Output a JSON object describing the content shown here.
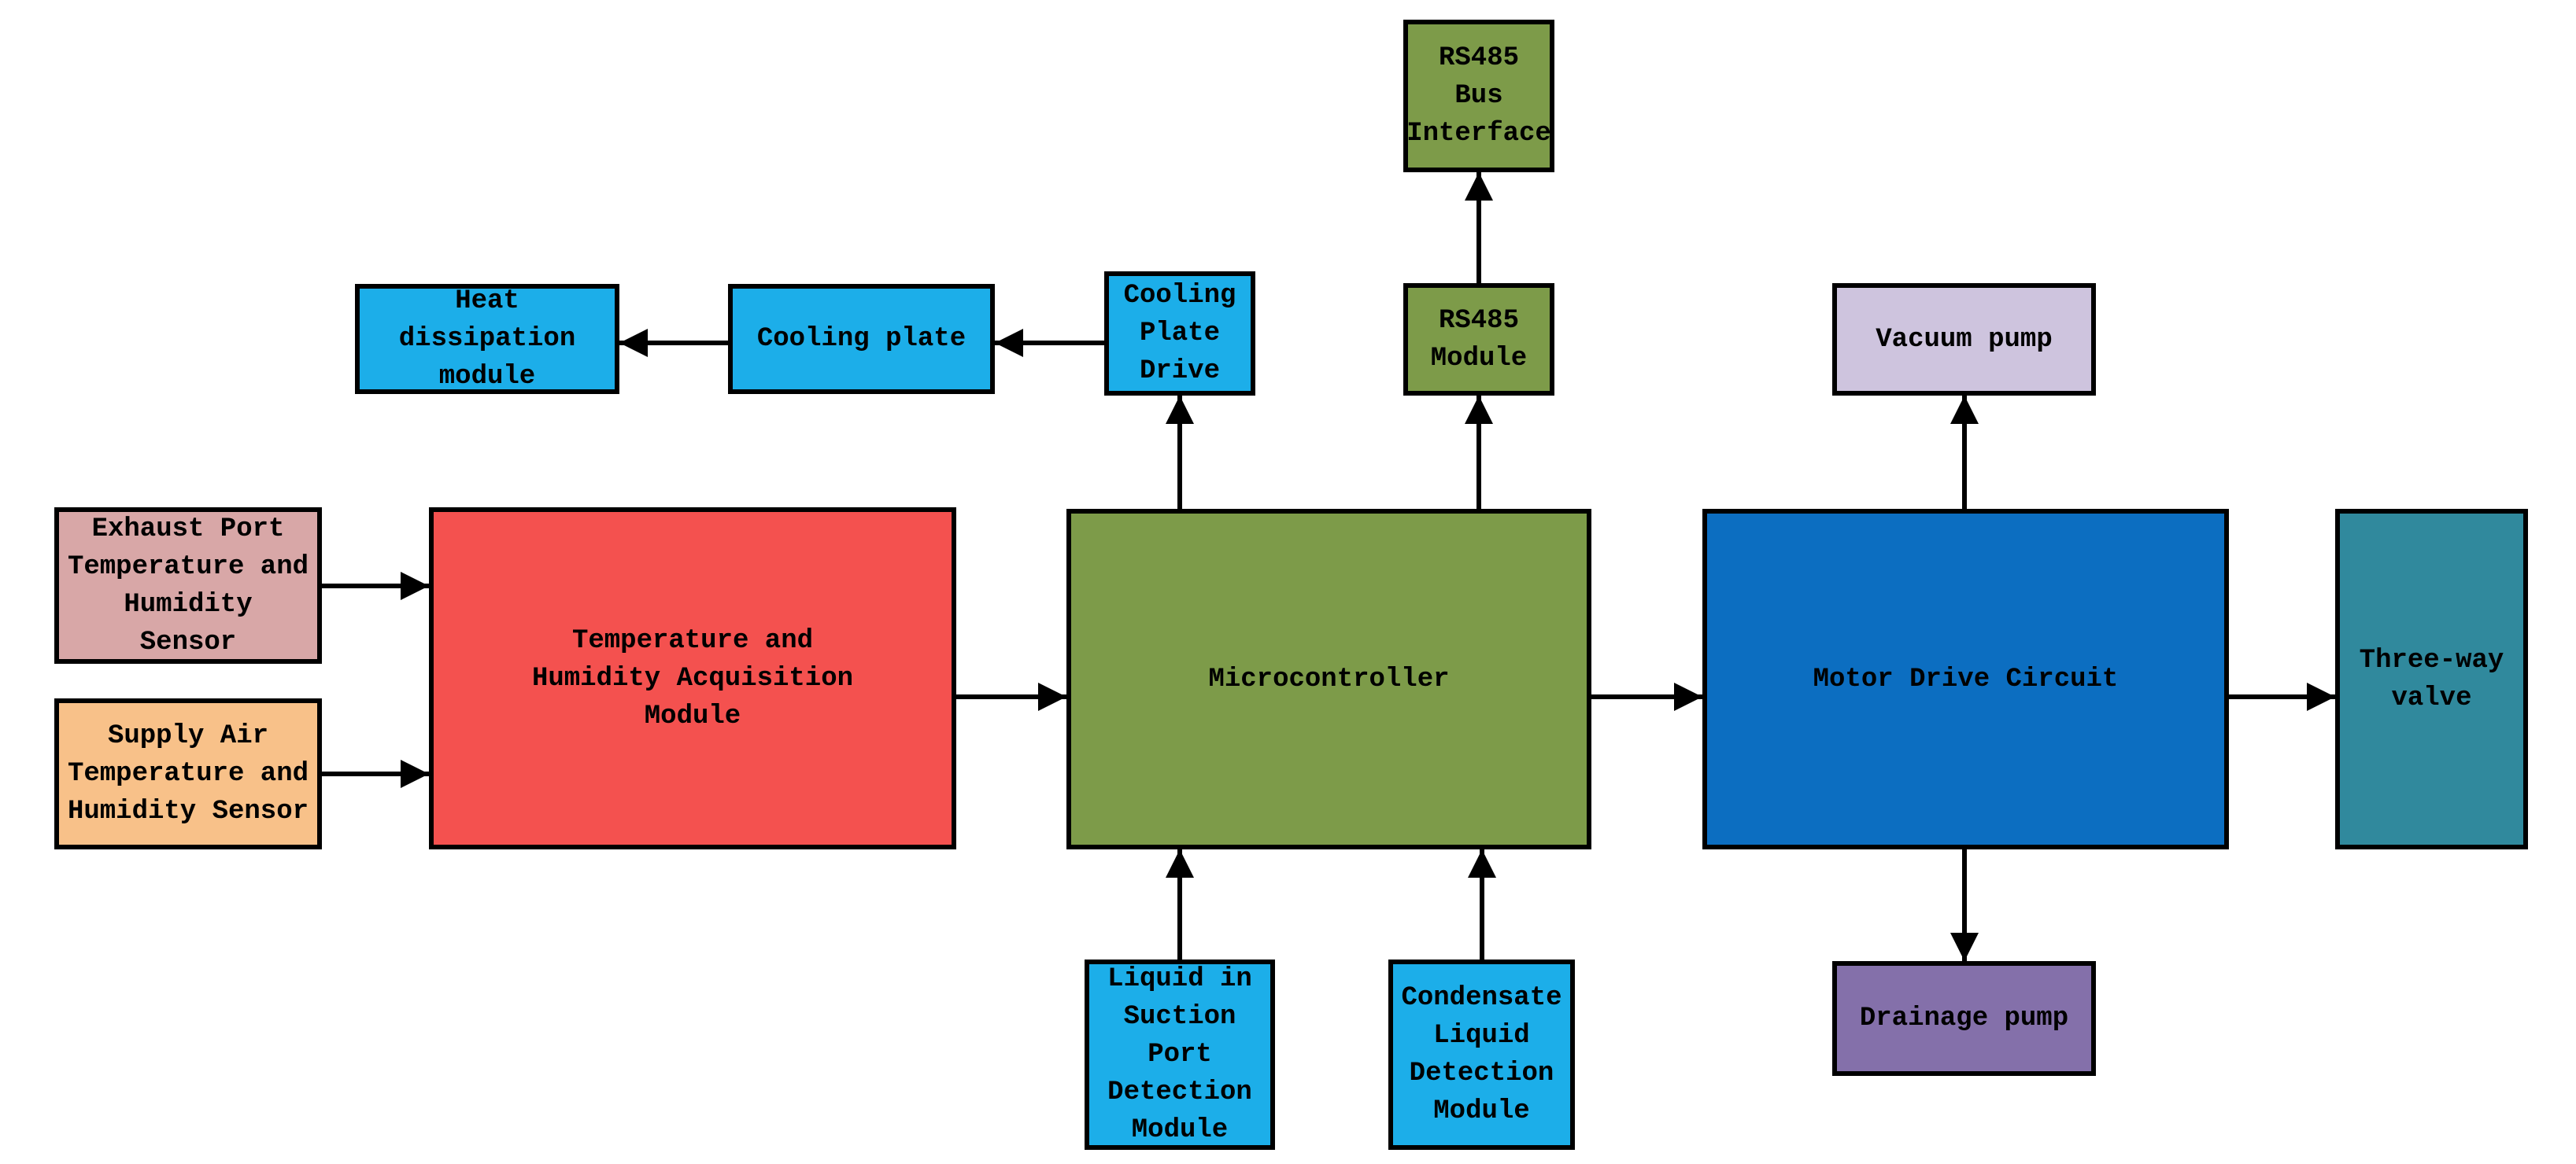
{
  "diagram": {
    "background_color": "#ffffff",
    "line_color": "#000000",
    "text_color": "#000000",
    "nodes": [
      {
        "id": "rs485-bus-interface",
        "label": "RS485\nBus\nInterface",
        "fill": "#7d9b49"
      },
      {
        "id": "rs485-module",
        "label": "RS485\nModule",
        "fill": "#7d9b49"
      },
      {
        "id": "cooling-plate-drive",
        "label": "Cooling\nPlate\nDrive",
        "fill": "#1caee9"
      },
      {
        "id": "cooling-plate",
        "label": "Cooling plate",
        "fill": "#1caee9"
      },
      {
        "id": "heat-dissipation-module",
        "label": "Heat dissipation\nmodule",
        "fill": "#1caee9"
      },
      {
        "id": "vacuum-pump",
        "label": "Vacuum pump",
        "fill": "#cec4de"
      },
      {
        "id": "exhaust-sensor",
        "label": "Exhaust Port\nTemperature and\nHumidity\nSensor",
        "fill": "#d8a7a7"
      },
      {
        "id": "supply-sensor",
        "label": "Supply Air\nTemperature and\nHumidity Sensor",
        "fill": "#f8c189"
      },
      {
        "id": "acquisition-module",
        "label": "Temperature and\nHumidity Acquisition\nModule",
        "fill": "#f4514f"
      },
      {
        "id": "microcontroller",
        "label": "Microcontroller",
        "fill": "#7d9b49"
      },
      {
        "id": "motor-drive-circuit",
        "label": "Motor Drive Circuit",
        "fill": "#0c6ec1"
      },
      {
        "id": "three-way-valve",
        "label": "Three-way\nvalve",
        "fill": "#30899d"
      },
      {
        "id": "suction-port-detection",
        "label": "Liquid in\nSuction Port\nDetection\nModule",
        "fill": "#1caee9"
      },
      {
        "id": "condensate-detection",
        "label": "Condensate\nLiquid\nDetection\nModule",
        "fill": "#1caee9"
      },
      {
        "id": "drainage-pump",
        "label": "Drainage pump",
        "fill": "#8470aa"
      }
    ],
    "edges": [
      {
        "from": "exhaust-sensor",
        "to": "acquisition-module"
      },
      {
        "from": "supply-sensor",
        "to": "acquisition-module"
      },
      {
        "from": "acquisition-module",
        "to": "microcontroller"
      },
      {
        "from": "microcontroller",
        "to": "motor-drive-circuit"
      },
      {
        "from": "motor-drive-circuit",
        "to": "three-way-valve"
      },
      {
        "from": "microcontroller",
        "to": "cooling-plate-drive"
      },
      {
        "from": "cooling-plate-drive",
        "to": "cooling-plate"
      },
      {
        "from": "cooling-plate",
        "to": "heat-dissipation-module"
      },
      {
        "from": "microcontroller",
        "to": "rs485-module"
      },
      {
        "from": "rs485-module",
        "to": "rs485-bus-interface"
      },
      {
        "from": "suction-port-detection",
        "to": "microcontroller"
      },
      {
        "from": "condensate-detection",
        "to": "microcontroller"
      },
      {
        "from": "motor-drive-circuit",
        "to": "vacuum-pump"
      },
      {
        "from": "motor-drive-circuit",
        "to": "drainage-pump"
      }
    ]
  }
}
